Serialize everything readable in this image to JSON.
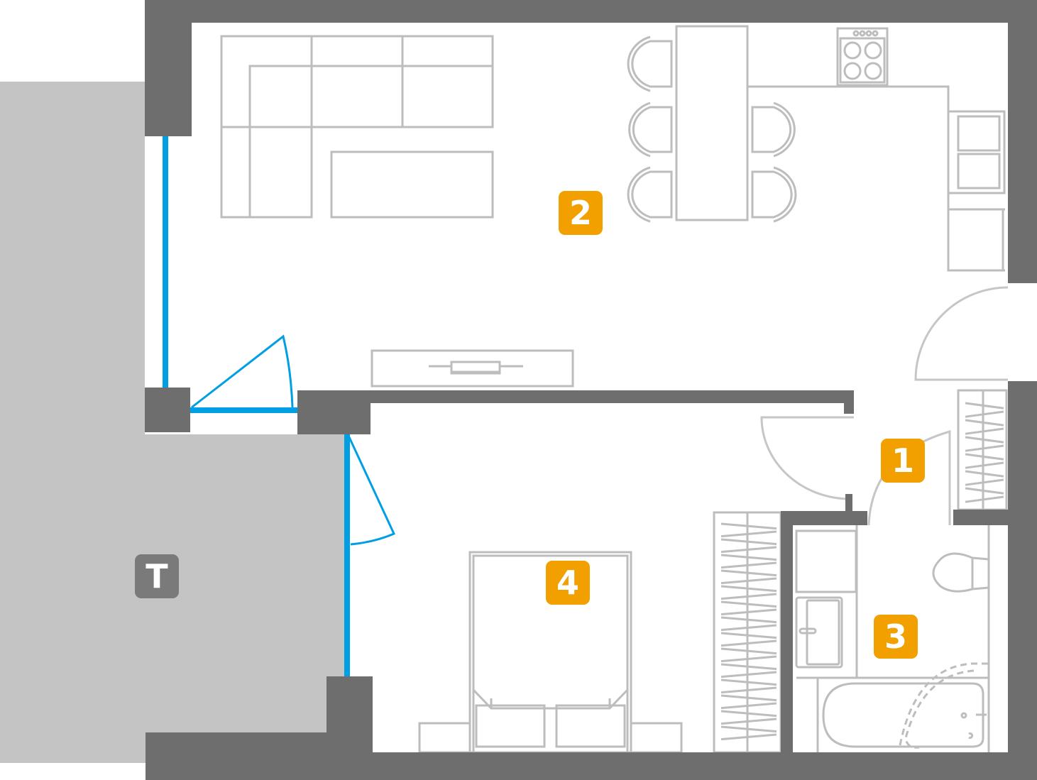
{
  "plan": {
    "rooms": [
      {
        "id": "room-1",
        "label": "1"
      },
      {
        "id": "room-2",
        "label": "2"
      },
      {
        "id": "room-3",
        "label": "3"
      },
      {
        "id": "room-4",
        "label": "4"
      }
    ],
    "terrace": {
      "label": "T"
    }
  },
  "colors": {
    "wall": "#6e6e6e",
    "furniture": "#bdbdbd",
    "terrace": "#c4c4c4",
    "window": "#009fe3",
    "room_label": "#f29f00",
    "terrace_label": "#7a7a7a"
  }
}
